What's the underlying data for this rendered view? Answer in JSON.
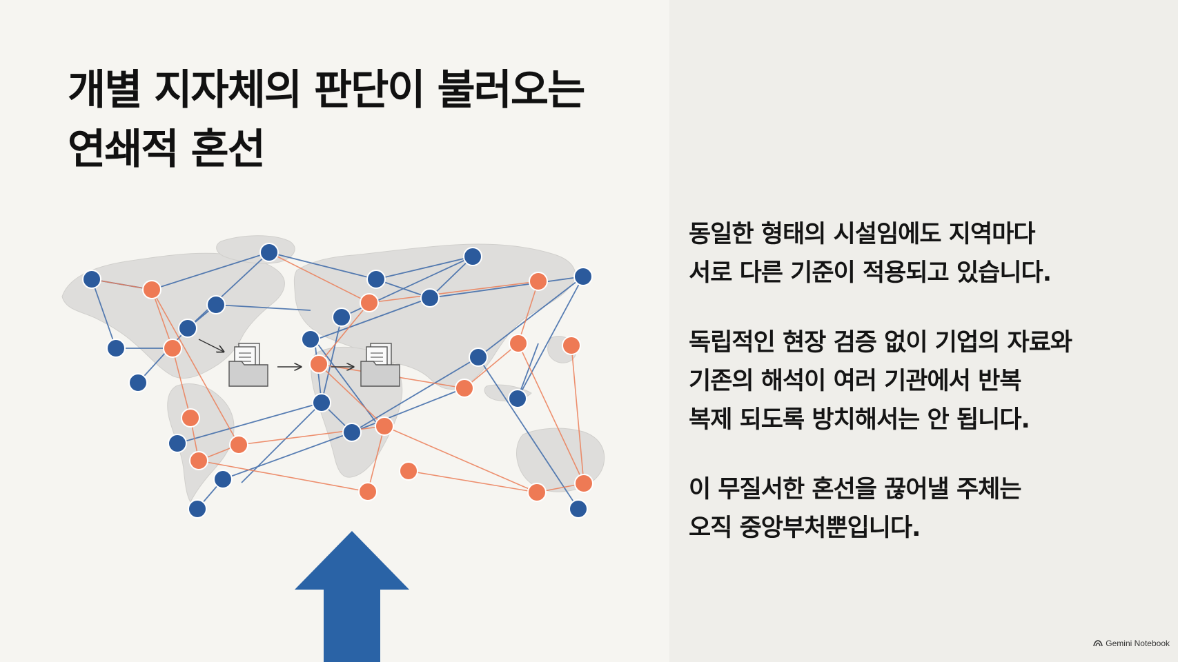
{
  "slide": {
    "title_lines": [
      "개별 지자체의 판단이 불러오는",
      "연쇄적 혼선"
    ],
    "paragraphs": [
      [
        "동일한 형태의 시설임에도 지역마다",
        "서로 다른 기준이 적용되고 있습니다."
      ],
      [
        "독립적인 현장 검증 없이 기업의 자료와",
        "기존의 해석이 여러 기관에서 반복",
        "복제 되도록 방치해서는 안 됩니다."
      ],
      [
        "이 무질서한 혼선을 끊어낼 주체는",
        "오직 중앙부처뿐입니다."
      ]
    ],
    "brand_label": "Gemini Notebook",
    "colors": {
      "blue_node": "#2b5a9c",
      "orange_node": "#ee7a55",
      "arrow": "#2a63a6",
      "map_land": "#dcdcdc"
    },
    "icons": [
      "document-folder-icon",
      "up-arrow-icon",
      "gemini-logo-icon"
    ]
  }
}
